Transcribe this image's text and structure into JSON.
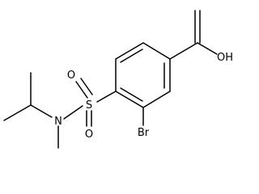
{
  "atoms": {
    "oh": "OH",
    "o_top": "O",
    "o_bottom": "O",
    "s": "S",
    "n": "N",
    "br": "Br"
  }
}
